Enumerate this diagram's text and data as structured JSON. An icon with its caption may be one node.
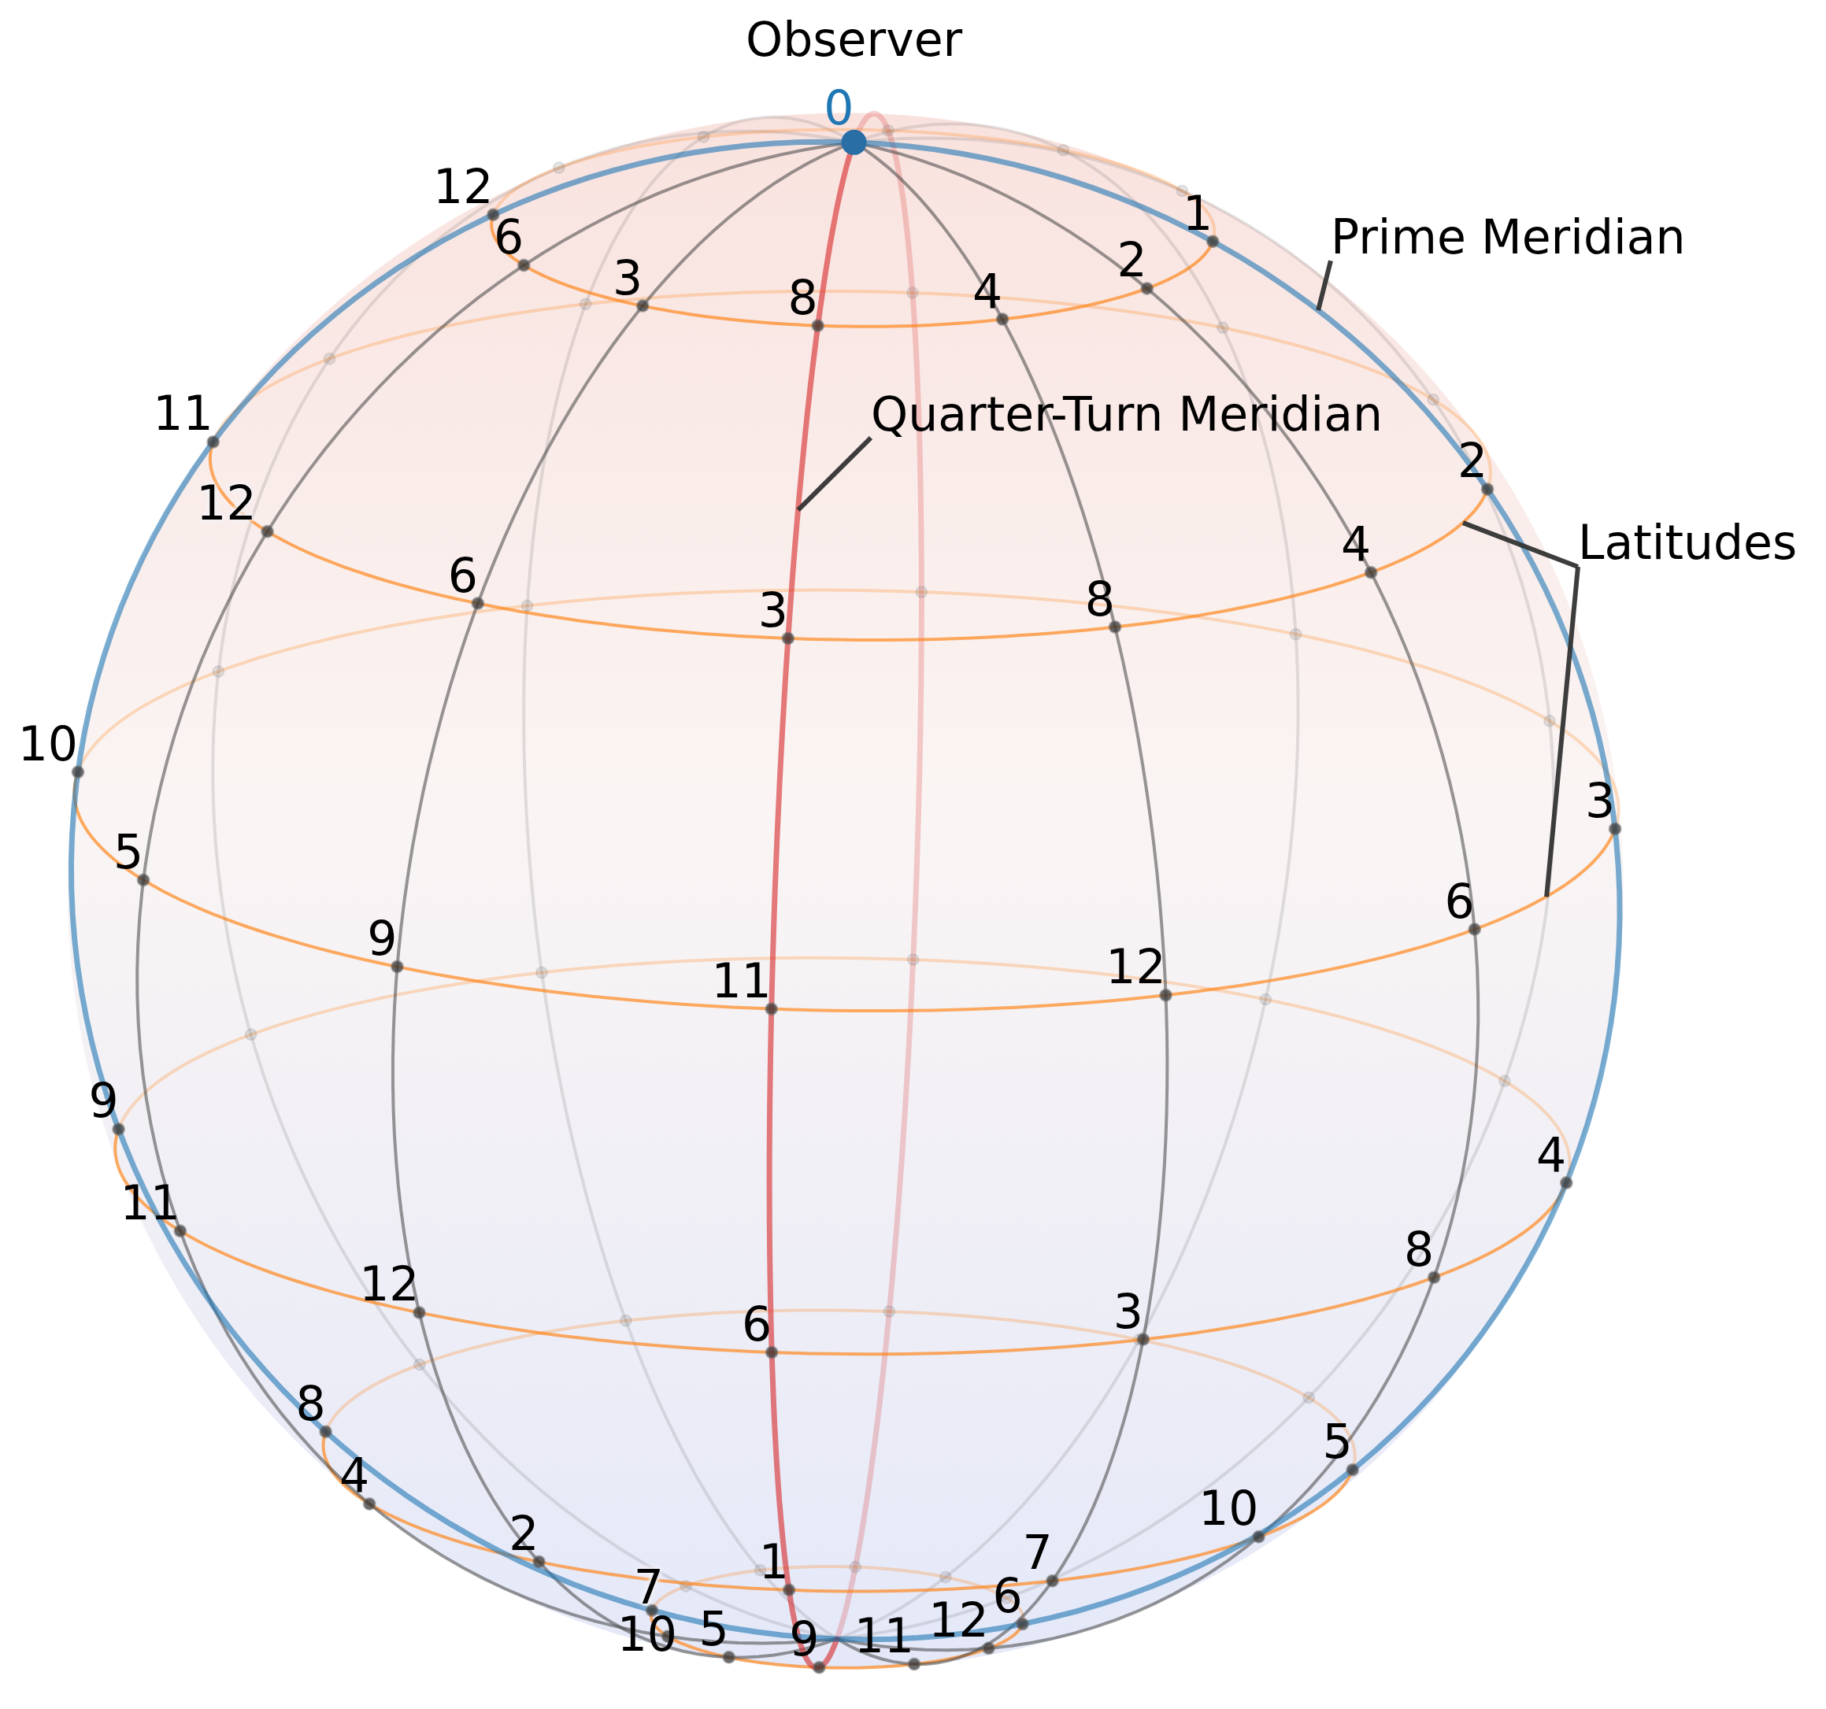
{
  "diagram": {
    "nodes": [
      {
        "text": [
          "Prime Meridian"
        ]
      },
      {
        "text": [
          "Quarter-Turn Meridian"
        ]
      },
      {
        "text": [
          "Latitudes"
        ]
      }
    ],
    "edges": [
      {
        "from": 0,
        "to": null,
        "arrow": "none"
      },
      {
        "from": 1,
        "to": null,
        "arrow": "none"
      },
      {
        "from": 2,
        "to": null,
        "arrow": "none"
      },
      {
        "from": 2,
        "to": null,
        "arrow": "none"
      }
    ],
    "labels": [
      "Observer",
      "0",
      "12",
      "6",
      "3",
      "8",
      "4",
      "2",
      "1",
      "11",
      "12",
      "6",
      "3",
      "8",
      "4",
      "2",
      "10",
      "5",
      "9",
      "11",
      "12",
      "6",
      "3",
      "9",
      "11",
      "12",
      "6",
      "3",
      "8",
      "4",
      "8",
      "4",
      "2",
      "1",
      "7",
      "10",
      "5",
      "7",
      "10",
      "5",
      "9",
      "11",
      "12",
      "6"
    ]
  }
}
